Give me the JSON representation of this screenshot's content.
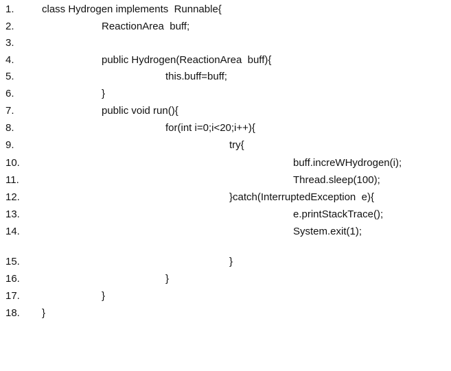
{
  "code_lines": [
    {
      "num": "1.",
      "text": "class Hydrogen implements  Runnable{"
    },
    {
      "num": "2.",
      "text": "ReactionArea  buff;"
    },
    {
      "num": "3.",
      "text": ""
    },
    {
      "num": "4.",
      "text": "public Hydrogen(ReactionArea  buff){"
    },
    {
      "num": "5.",
      "text": "this.buff=buff;"
    },
    {
      "num": "6.",
      "text": "}"
    },
    {
      "num": "7.",
      "text": "public void run(){"
    },
    {
      "num": "8.",
      "text": "for(int i=0;i<20;i++){"
    },
    {
      "num": "9.",
      "text": "try{"
    },
    {
      "num": "10.",
      "text": "buff.increWHydrogen(i);"
    },
    {
      "num": "11.",
      "text": "Thread.sleep(100);"
    },
    {
      "num": "12.",
      "text": "}catch(InterruptedException  e){"
    },
    {
      "num": "13.",
      "text": "e.printStackTrace();"
    },
    {
      "num": "14.",
      "text": "System.exit(1);"
    },
    {
      "num": "15.",
      "text": "}"
    },
    {
      "num": "16.",
      "text": "}"
    },
    {
      "num": "17.",
      "text": "}"
    },
    {
      "num": "18.",
      "text": "}"
    }
  ]
}
